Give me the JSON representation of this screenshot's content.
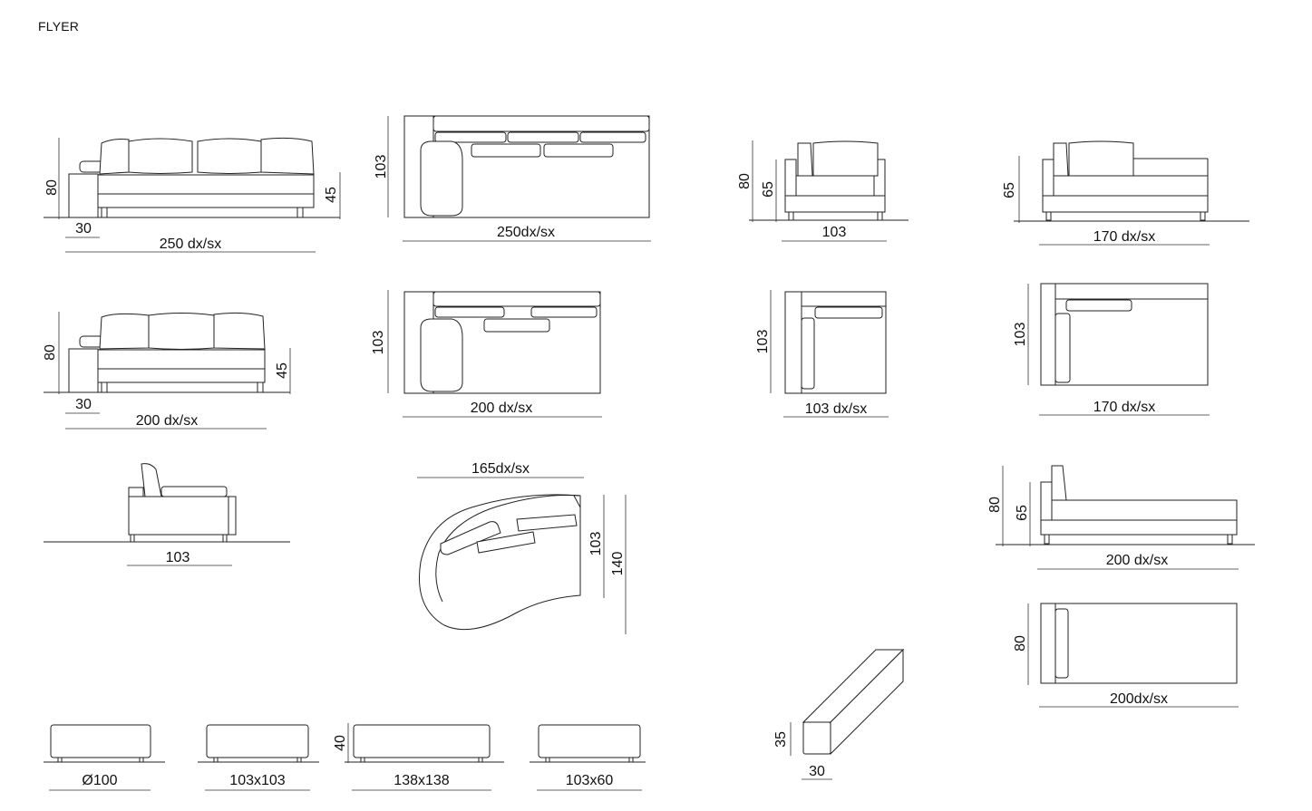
{
  "title": "FLYER",
  "labels": {
    "a_h80": "80",
    "a_h45": "45",
    "a_d30": "30",
    "a_w": "250 dx/sx",
    "b_h103": "103",
    "b_w": "250dx/sx",
    "c_h80": "80",
    "c_h65": "65",
    "c_w": "103",
    "d_h65": "65",
    "d_w": "170 dx/sx",
    "e_h80": "80",
    "e_h45": "45",
    "e_d30": "30",
    "e_w": "200 dx/sx",
    "f_h103": "103",
    "f_w": "200 dx/sx",
    "g_h103": "103",
    "g_w": "103 dx/sx",
    "h_h103": "103",
    "h_w": "170 dx/sx",
    "i_w": "103",
    "j_w": "165dx/sx",
    "j_h103": "103",
    "j_h140": "140",
    "k_h80": "80",
    "k_h65": "65",
    "k_w": "200 dx/sx",
    "l_h80": "80",
    "l_w": "200dx/sx",
    "m_h35": "35",
    "m_w30": "30",
    "n_h40": "40",
    "o1": "Ø100",
    "o2": "103x103",
    "o3": "138x138",
    "o4": "103x60"
  }
}
